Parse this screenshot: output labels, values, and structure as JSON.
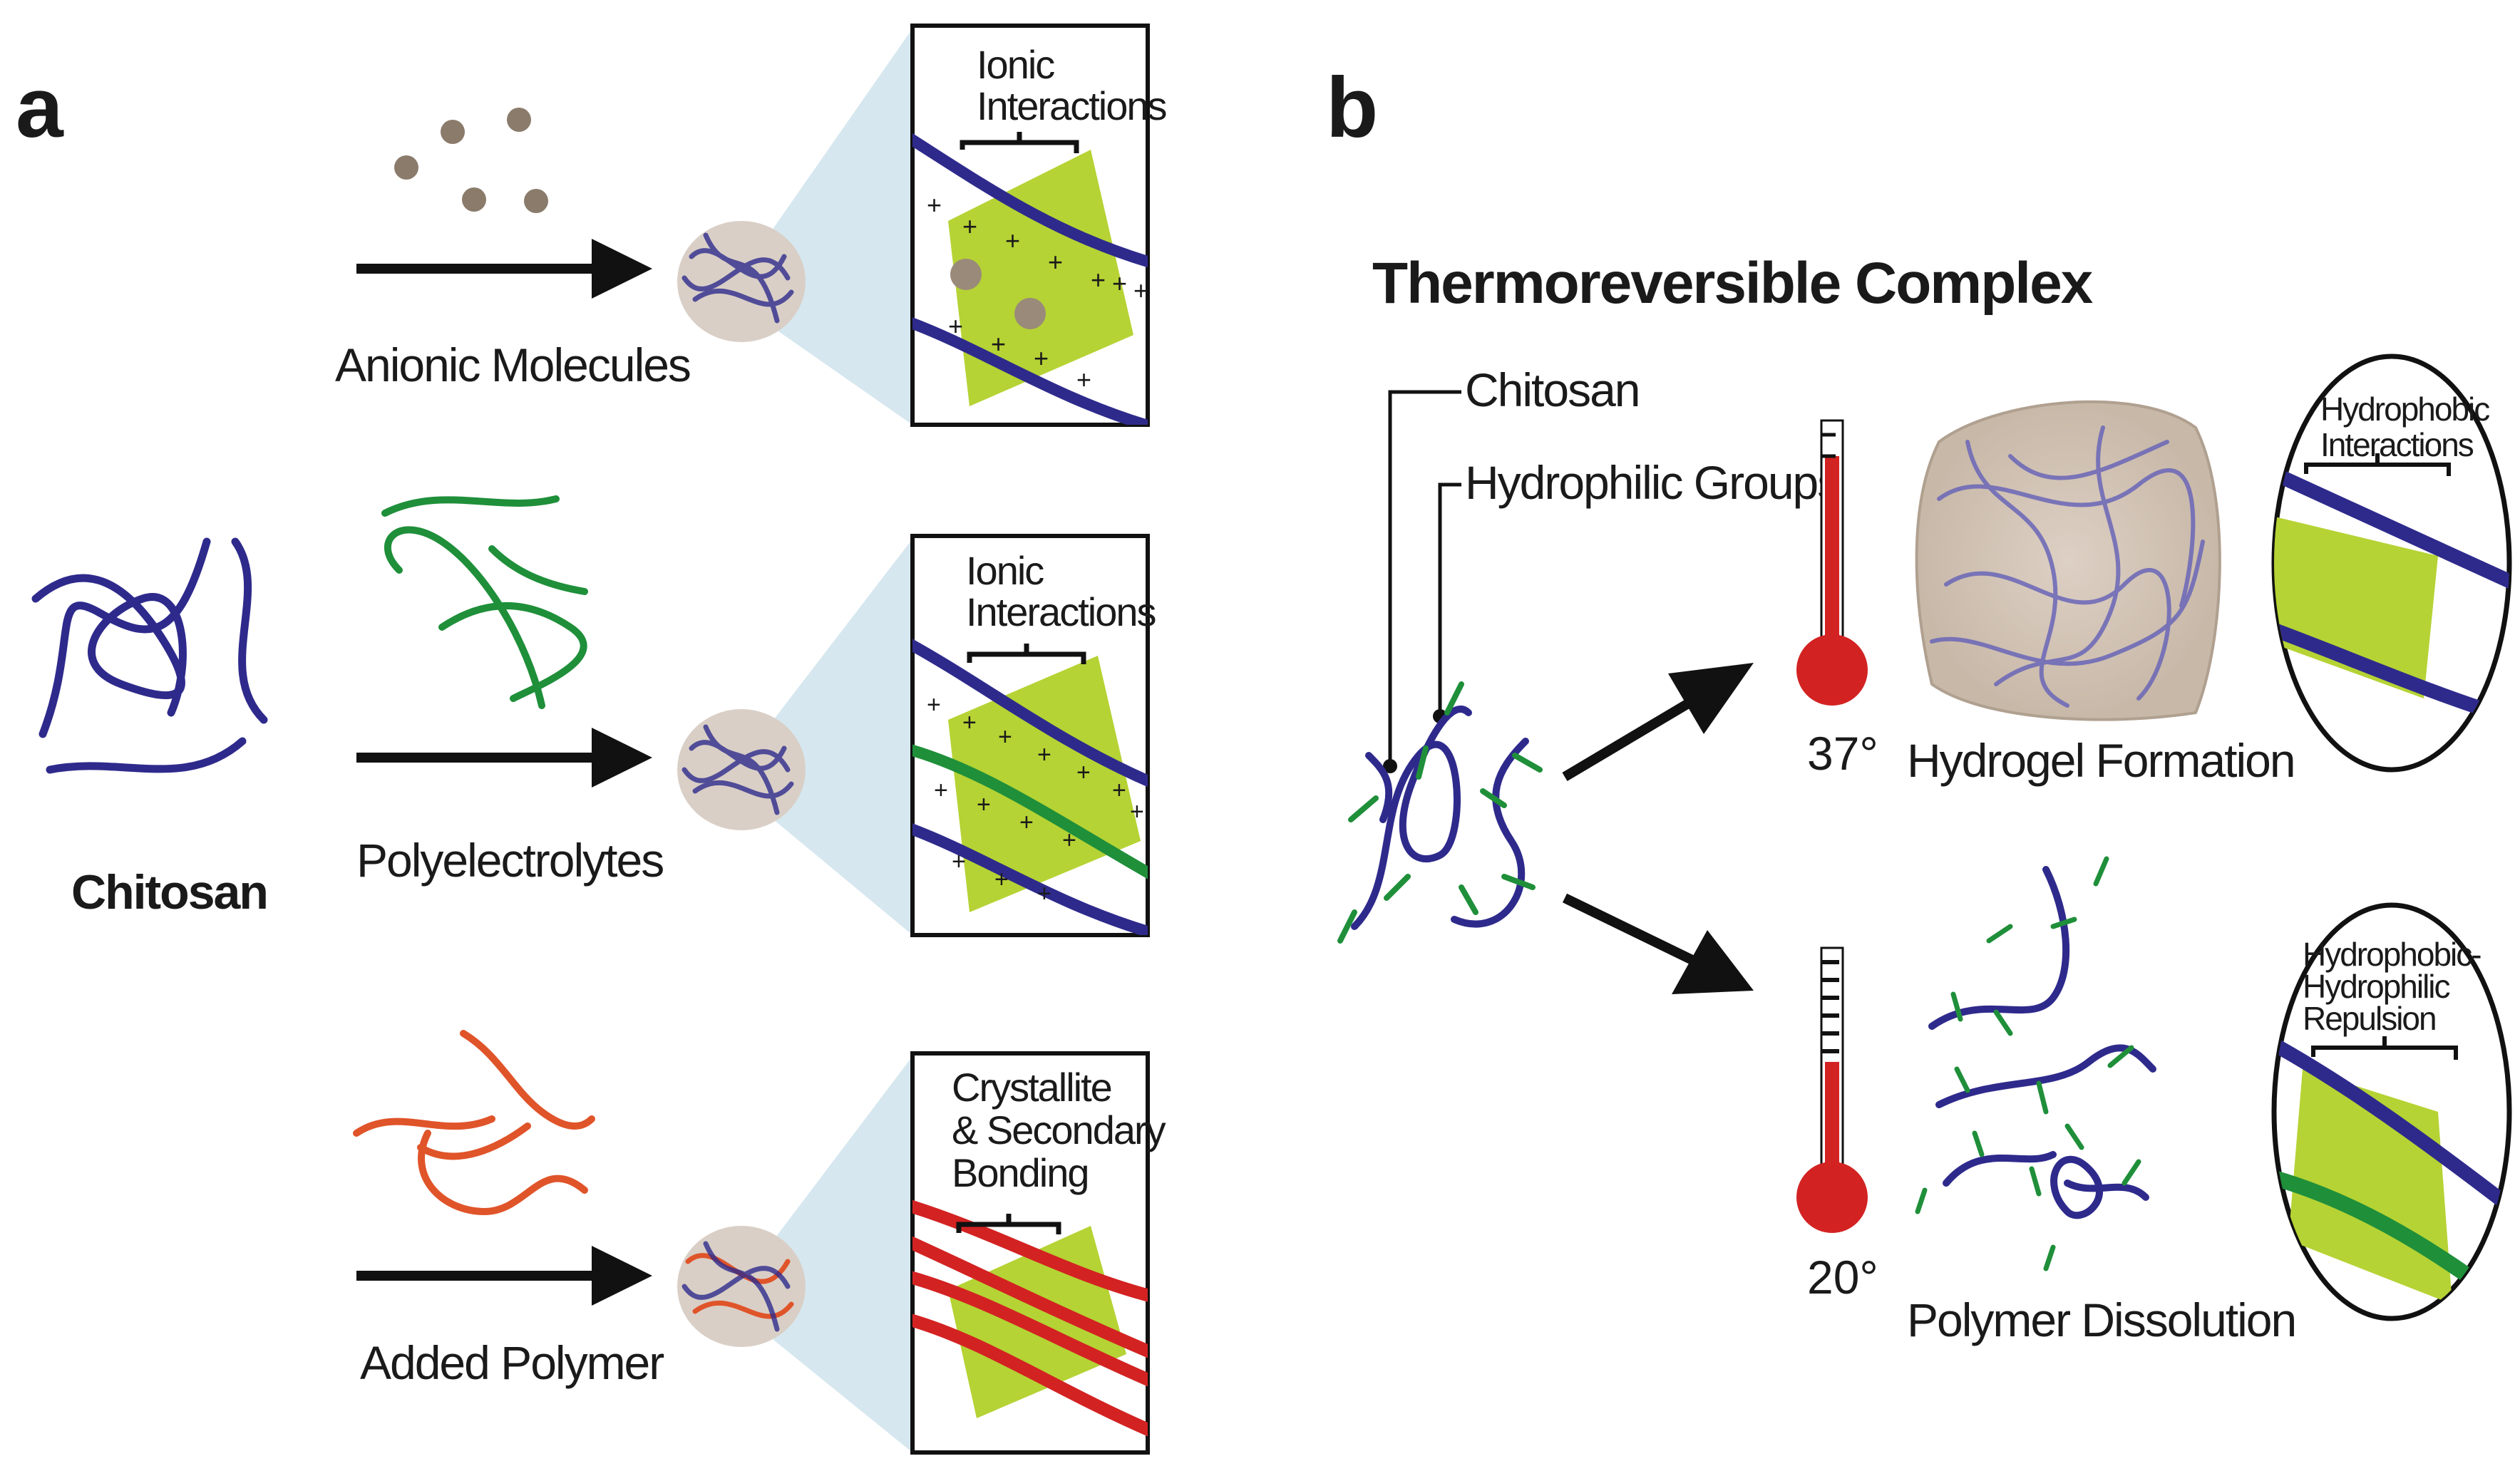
{
  "panels": {
    "a": {
      "letter": "a",
      "chitosan_label": "Chitosan",
      "rows": [
        {
          "agent_label": "Anionic Molecules",
          "inset_label_line1": "Ionic",
          "inset_label_line2": "Interactions",
          "inset_label_line3": ""
        },
        {
          "agent_label": "Polyelectrolytes",
          "inset_label_line1": "Ionic",
          "inset_label_line2": "Interactions",
          "inset_label_line3": ""
        },
        {
          "agent_label": "Added Polymer",
          "inset_label_line1": "Crystallite",
          "inset_label_line2": "& Secondary",
          "inset_label_line3": "Bonding"
        }
      ]
    },
    "b": {
      "letter": "b",
      "title": "Thermoreversible Complex",
      "callout_chitosan": "Chitosan",
      "callout_hydrophilic": "Hydrophilic Groups",
      "upper": {
        "temperature": "37°",
        "outcome": "Hydrogel Formation",
        "inset_line1": "Hydrophobic",
        "inset_line2": "Interactions",
        "inset_line3": ""
      },
      "lower": {
        "temperature": "20°",
        "outcome": "Polymer Dissolution",
        "inset_line1": "Hydrophobic-",
        "inset_line2": "Hydrophilic",
        "inset_line3": "Repulsion"
      }
    }
  },
  "colors": {
    "chitosan": "#2e2a8c",
    "polyelectrolyte": "#1f8f3a",
    "added_polymer": "#e0542a",
    "interaction_zone": "#b5d334",
    "thermometer": "#d32222",
    "zoom_cone": "#cfe3ec"
  },
  "icons": [
    "anionic-molecule-dots",
    "arrow-icon",
    "thermometer-icon",
    "zoom-cone",
    "hydrogel-blob"
  ]
}
